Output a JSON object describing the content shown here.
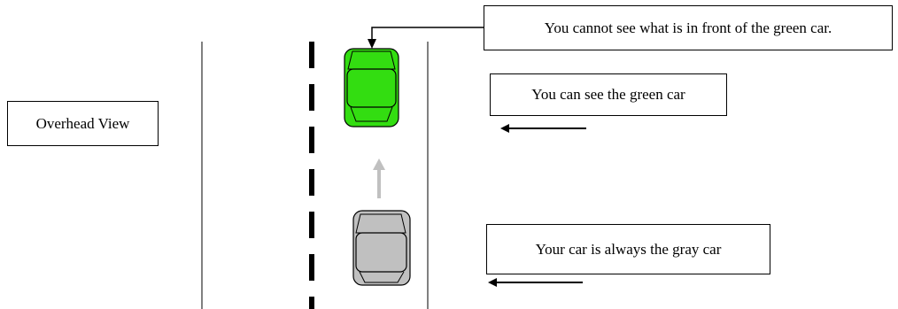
{
  "labels": {
    "overhead_view": "Overhead View",
    "cannot_see": "You cannot see what is in front of the green car.",
    "can_see_green": "You can see the green car",
    "your_car_gray": "Your car is always the gray car"
  },
  "cars": {
    "green": {
      "color": "#33dd11"
    },
    "gray": {
      "color": "#c0c0c0"
    }
  },
  "colors": {
    "road_lines": "#000000",
    "motion_arrow": "#c0c0c0",
    "car_outline": "#000000"
  }
}
